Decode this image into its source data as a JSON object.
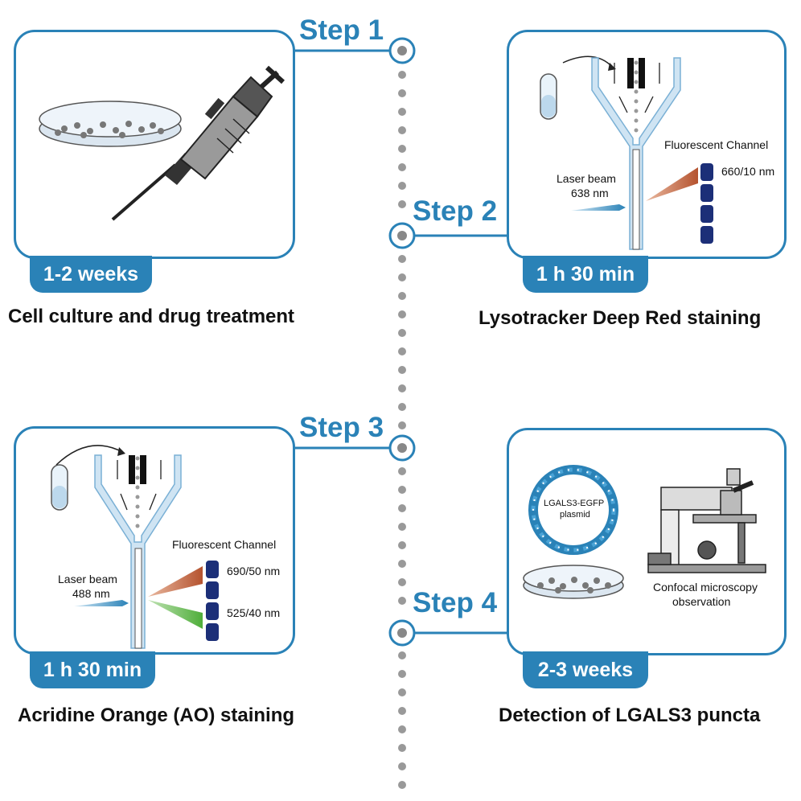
{
  "steps": [
    {
      "label": "Step 1",
      "duration": "1-2 weeks",
      "caption": "Cell culture and drug treatment"
    },
    {
      "label": "Step 2",
      "duration": "1 h 30 min",
      "caption": "Lysotracker Deep Red staining",
      "channel_title": "Fluorescent Channel",
      "laser_label": "Laser  beam",
      "laser_nm": "638 nm",
      "filter": "660/10 nm"
    },
    {
      "label": "Step 3",
      "duration": "1 h 30 min",
      "caption": "Acridine Orange (AO) staining",
      "channel_title": "Fluorescent Channel",
      "laser_label": "Laser  beam",
      "laser_nm": "488 nm",
      "filter_red": "690/50 nm",
      "filter_green": "525/40 nm"
    },
    {
      "label": "Step 4",
      "duration": "2-3 weeks",
      "caption": "Detection of LGALS3 puncta",
      "plasmid_line1": "LGALS3-EGFP",
      "plasmid_line2": "plasmid",
      "scope_line1": "Confocal microscopy",
      "scope_line2": "observation"
    }
  ],
  "colors": {
    "accent": "#2a82b7",
    "filter_block": "#1c2f78",
    "red_beam": "#b5532f",
    "green_beam": "#4fae3a",
    "dots": "#9b9b9b"
  }
}
